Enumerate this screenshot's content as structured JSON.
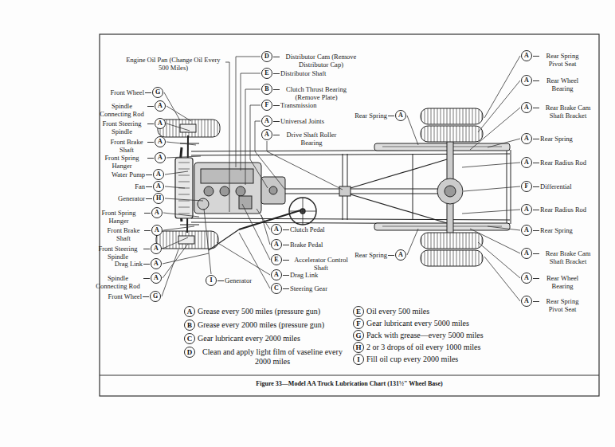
{
  "diagram": {
    "caption": "Figure 33—Model AA Truck Lubrication Chart (131½\" Wheel Base)",
    "nodes": [
      {
        "text": [
          "Front Wheel",
          "G"
        ]
      },
      {
        "text": [
          "Spindle Connecting Rod",
          "A"
        ]
      },
      {
        "text": [
          "Front Steering Spindle",
          "A"
        ]
      },
      {
        "text": [
          "Front Brake Shaft",
          "A"
        ]
      },
      {
        "text": [
          "Front Spring Hanger",
          "A"
        ]
      },
      {
        "text": [
          "Water Pump",
          "A"
        ]
      },
      {
        "text": [
          "Fan",
          "A"
        ]
      },
      {
        "text": [
          "Generator",
          "H"
        ]
      },
      {
        "text": [
          "Front Spring Hanger",
          "A"
        ]
      },
      {
        "text": [
          "Front Brake Shaft",
          "A"
        ]
      },
      {
        "text": [
          "Front Steering Spindle",
          "A"
        ]
      },
      {
        "text": [
          "Drag Link",
          "A"
        ]
      },
      {
        "text": [
          "Spindle Connecting Rod",
          "A"
        ]
      },
      {
        "text": [
          "Front Wheel",
          "G"
        ]
      },
      {
        "text": [
          "Distributor Cam (Remove Distributor Cap)",
          "D"
        ]
      },
      {
        "text": [
          "Distributor Shaft",
          "E"
        ]
      },
      {
        "text": [
          "Clutch Thrust Bearing (Remove Plate)",
          "B"
        ]
      },
      {
        "text": [
          "Transmission",
          "F"
        ]
      },
      {
        "text": [
          "Universal Joints",
          "A"
        ]
      },
      {
        "text": [
          "Drive Shaft Roller Bearing",
          "A"
        ]
      },
      {
        "text": [
          "Generator",
          "I"
        ]
      },
      {
        "text": [
          "Clutch Pedal",
          "A"
        ]
      },
      {
        "text": [
          "Brake Pedal",
          "A"
        ]
      },
      {
        "text": [
          "Accelerator Control Shaft",
          "E"
        ]
      },
      {
        "text": [
          "Drag Link",
          "A"
        ]
      },
      {
        "text": [
          "Steering Gear",
          "C"
        ]
      },
      {
        "text": [
          "Rear Spring",
          "A"
        ]
      },
      {
        "text": [
          "Rear Spring",
          "A"
        ]
      },
      {
        "text": [
          "Rear Spring Pivot Seat",
          "A"
        ]
      },
      {
        "text": [
          "Rear Wheel Bearing",
          "A"
        ]
      },
      {
        "text": [
          "Rear Brake Cam Shaft Bracket",
          "A"
        ]
      },
      {
        "text": [
          "Rear Spring",
          "A"
        ]
      },
      {
        "text": [
          "Rear Radius Rod",
          "A"
        ]
      },
      {
        "text": [
          "Differential",
          "F"
        ]
      },
      {
        "text": [
          "Rear Radius Rod",
          "A"
        ]
      },
      {
        "text": [
          "Rear Spring",
          "A"
        ]
      },
      {
        "text": [
          "Rear Brake Cam Shaft Bracket",
          "A"
        ]
      },
      {
        "text": [
          "Rear Wheel Bearing",
          "A"
        ]
      },
      {
        "text": [
          "Rear Spring Pivot Seat",
          "A"
        ]
      }
    ],
    "labels": [
      "Engine Oil Pan (Change Oil Every 500 Miles)",
      "A",
      "B",
      "C",
      "D",
      "E",
      "F",
      "G",
      "H",
      "I"
    ],
    "legend": [
      {
        "text": "Grease every 500 miles (pressure gun)"
      },
      {
        "text": "Grease every 2000 miles (pressure gun)"
      },
      {
        "text": "Gear lubricant every 2000 miles"
      },
      {
        "text": "Clean and apply light film of vaseline every 2000 miles"
      },
      {
        "text": "Oil every 500 miles"
      },
      {
        "text": "Gear lubricant every 5000 miles"
      },
      {
        "text": "Pack with grease—every 5000 miles"
      },
      {
        "text": "2 or 3 drops of oil every 1000 miles"
      },
      {
        "text": "Fill oil cup every 2000 miles"
      }
    ]
  }
}
